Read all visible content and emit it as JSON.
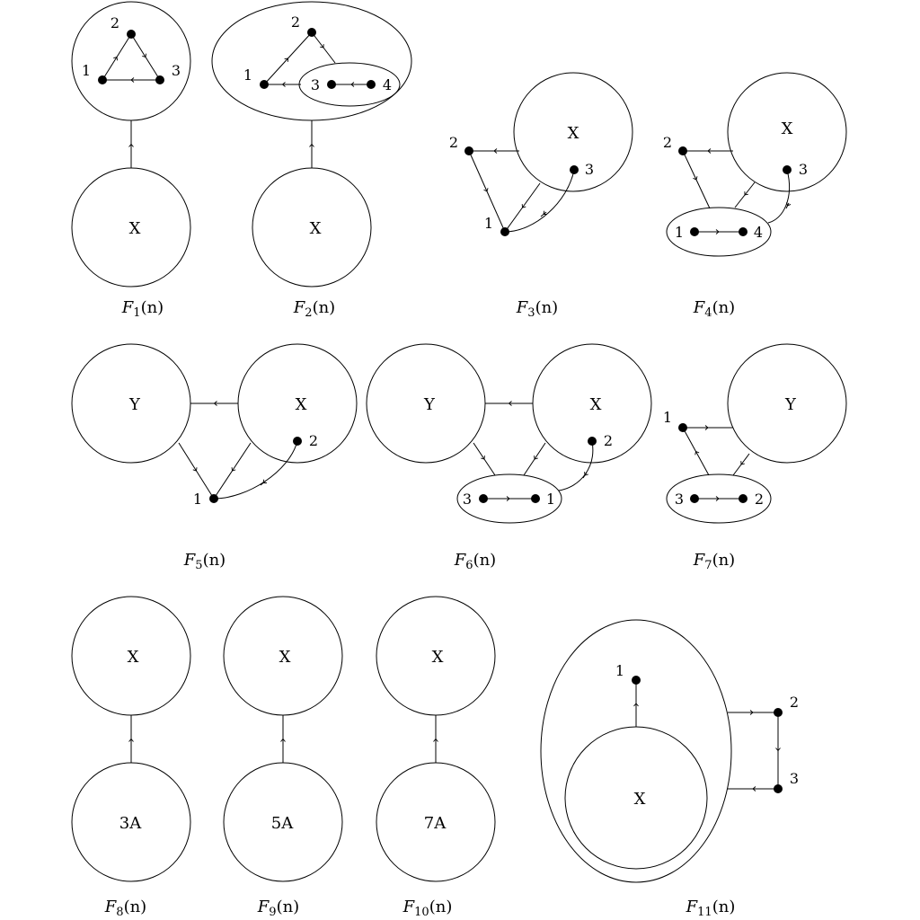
{
  "panels": [
    {
      "id": "F1",
      "caption": {
        "letter": "F",
        "sub": "1",
        "rest": "(n)"
      },
      "circles": [
        "X"
      ],
      "vertices": [
        "1",
        "2",
        "3"
      ]
    },
    {
      "id": "F2",
      "caption": {
        "letter": "F",
        "sub": "2",
        "rest": "(n)"
      },
      "circles": [
        "X"
      ],
      "vertices": [
        "1",
        "2",
        "3",
        "4"
      ]
    },
    {
      "id": "F3",
      "caption": {
        "letter": "F",
        "sub": "3",
        "rest": "(n)"
      },
      "circles": [
        "X"
      ],
      "vertices": [
        "1",
        "2",
        "3"
      ]
    },
    {
      "id": "F4",
      "caption": {
        "letter": "F",
        "sub": "4",
        "rest": "(n)"
      },
      "circles": [
        "X"
      ],
      "vertices": [
        "1",
        "2",
        "3",
        "4"
      ]
    },
    {
      "id": "F5",
      "caption": {
        "letter": "F",
        "sub": "5",
        "rest": "(n)"
      },
      "circles": [
        "Y",
        "X"
      ],
      "vertices": [
        "1",
        "2"
      ]
    },
    {
      "id": "F6",
      "caption": {
        "letter": "F",
        "sub": "6",
        "rest": "(n)"
      },
      "circles": [
        "Y",
        "X"
      ],
      "vertices": [
        "1",
        "2",
        "3"
      ]
    },
    {
      "id": "F7",
      "caption": {
        "letter": "F",
        "sub": "7",
        "rest": "(n)"
      },
      "circles": [
        "Y"
      ],
      "vertices": [
        "1",
        "2",
        "3"
      ]
    },
    {
      "id": "F8",
      "caption": {
        "letter": "F",
        "sub": "8",
        "rest": "(n)"
      },
      "circles": [
        "X",
        "3A"
      ],
      "vertices": []
    },
    {
      "id": "F9",
      "caption": {
        "letter": "F",
        "sub": "9",
        "rest": "(n)"
      },
      "circles": [
        "X",
        "5A"
      ],
      "vertices": []
    },
    {
      "id": "F10",
      "caption": {
        "letter": "F",
        "sub": "10",
        "rest": "(n)"
      },
      "circles": [
        "X",
        "7A"
      ],
      "vertices": []
    },
    {
      "id": "F11",
      "caption": {
        "letter": "F",
        "sub": "11",
        "rest": "(n)"
      },
      "circles": [
        "X"
      ],
      "vertices": [
        "1",
        "2",
        "3"
      ]
    }
  ]
}
